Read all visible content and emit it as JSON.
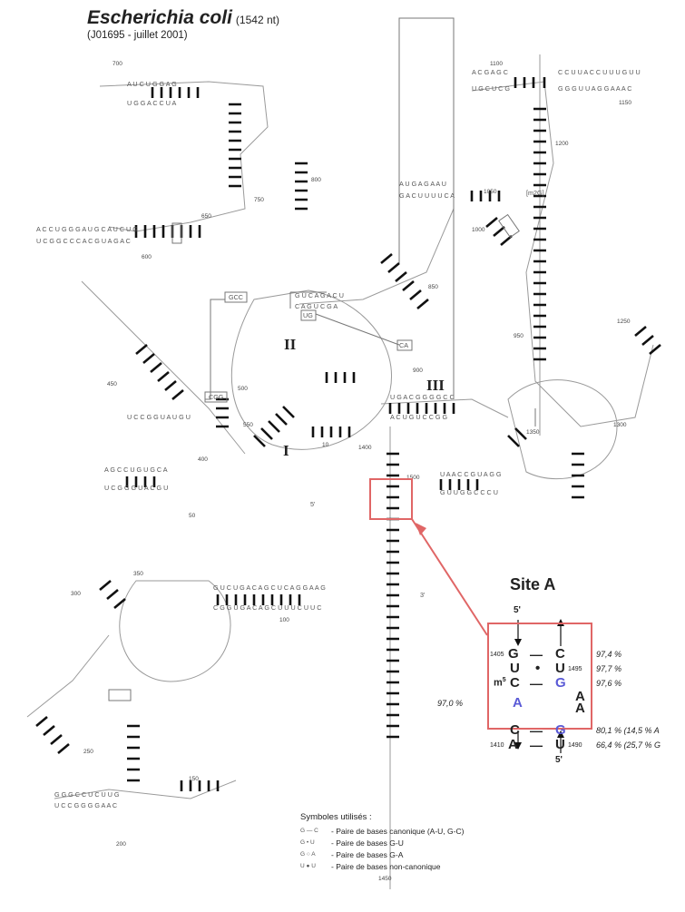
{
  "title": {
    "organism": "Escherichia coli",
    "length": "(1542 nt)",
    "subtitle": "(J01695 - juillet 2001)"
  },
  "domains": [
    "II",
    "III",
    "I"
  ],
  "labels": {
    "five_prime": "5'",
    "three_prime": "3'",
    "methyl": "[m2G]",
    "boxes": [
      "GCC",
      "CGG",
      "UG",
      "CA"
    ]
  },
  "positions": [
    "700",
    "750",
    "800",
    "600",
    "650",
    "850",
    "900",
    "450",
    "500",
    "550",
    "400",
    "10",
    "50",
    "350",
    "300",
    "250",
    "200",
    "150",
    "100",
    "1000",
    "1050",
    "1100",
    "1150",
    "1200",
    "1250",
    "1300",
    "1350",
    "950",
    "1400",
    "1450",
    "1500"
  ],
  "site_a": {
    "title": "Site A",
    "five_top": "5'",
    "five_bottom": "5'",
    "rows": [
      {
        "pos_left": "1405",
        "left": "G",
        "bond": "—",
        "right": "C",
        "pos_right": "",
        "pct": "97,4 %"
      },
      {
        "pos_left": "",
        "left": "U",
        "bond": "•",
        "right": "U",
        "pos_right": "1495",
        "pct": "97,7 %"
      },
      {
        "pos_left": "m5",
        "left": "C",
        "bond": "—",
        "right": "G",
        "pos_right": "",
        "pct": "97,6 %"
      },
      {
        "pos_left": "1410",
        "left": "A",
        "bond": "—",
        "right": "U",
        "pos_right": "1490",
        "pct": "66,4 % (25,7 % G"
      }
    ],
    "bulge_left": "A",
    "bulge_left_pct": "97,0 %",
    "bulge_right_top": "A",
    "bulge_right_bottom": "A",
    "pair_cg": {
      "left": "C",
      "right": "G",
      "pct": "80,1 % (14,5 % A"
    },
    "colors": {
      "highlight": "#5a5ad6",
      "box": "#e06666"
    }
  },
  "legend": {
    "title": "Symboles utilisés :",
    "items": [
      {
        "symbol": "G — C",
        "text": "- Paire de bases canonique (A-U, G-C)"
      },
      {
        "symbol": "G • U",
        "text": "- Paire de bases G-U"
      },
      {
        "symbol": "G ○ A",
        "text": "- Paire de bases G-A"
      },
      {
        "symbol": "U ● U",
        "text": "- Paire de bases non-canonique"
      }
    ]
  }
}
